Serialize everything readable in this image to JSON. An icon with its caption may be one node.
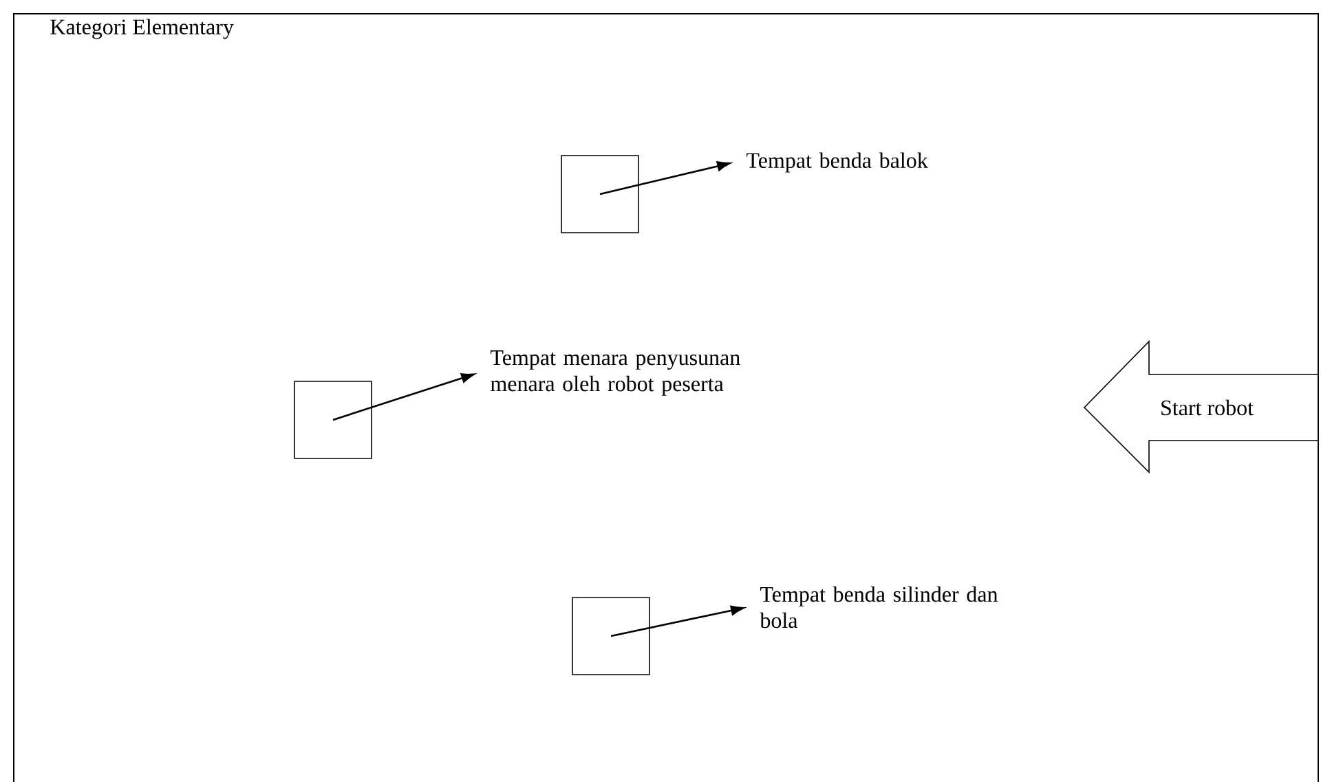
{
  "diagram": {
    "nodes": [
      {
        "text": [
          "Kategori Elementary"
        ]
      },
      {
        "text": [],
        "shape": "box",
        "in": 0
      },
      {
        "text": [
          "Tempat benda balok"
        ],
        "in": 0
      },
      {
        "text": [],
        "shape": "box",
        "in": 0
      },
      {
        "text": [
          "Tempat menara penyusunan menara oleh robot peserta"
        ],
        "in": 0
      },
      {
        "text": [],
        "shape": "box",
        "in": 0
      },
      {
        "text": [
          "Tempat benda silinder dan bola"
        ],
        "in": 0
      },
      {
        "text": [
          "Start robot"
        ],
        "in": 0
      }
    ],
    "edges": [
      {
        "from": 1,
        "to": 2,
        "arrow": "to"
      },
      {
        "from": 3,
        "to": 4,
        "arrow": "to"
      },
      {
        "from": 5,
        "to": 6,
        "arrow": "to"
      }
    ]
  }
}
